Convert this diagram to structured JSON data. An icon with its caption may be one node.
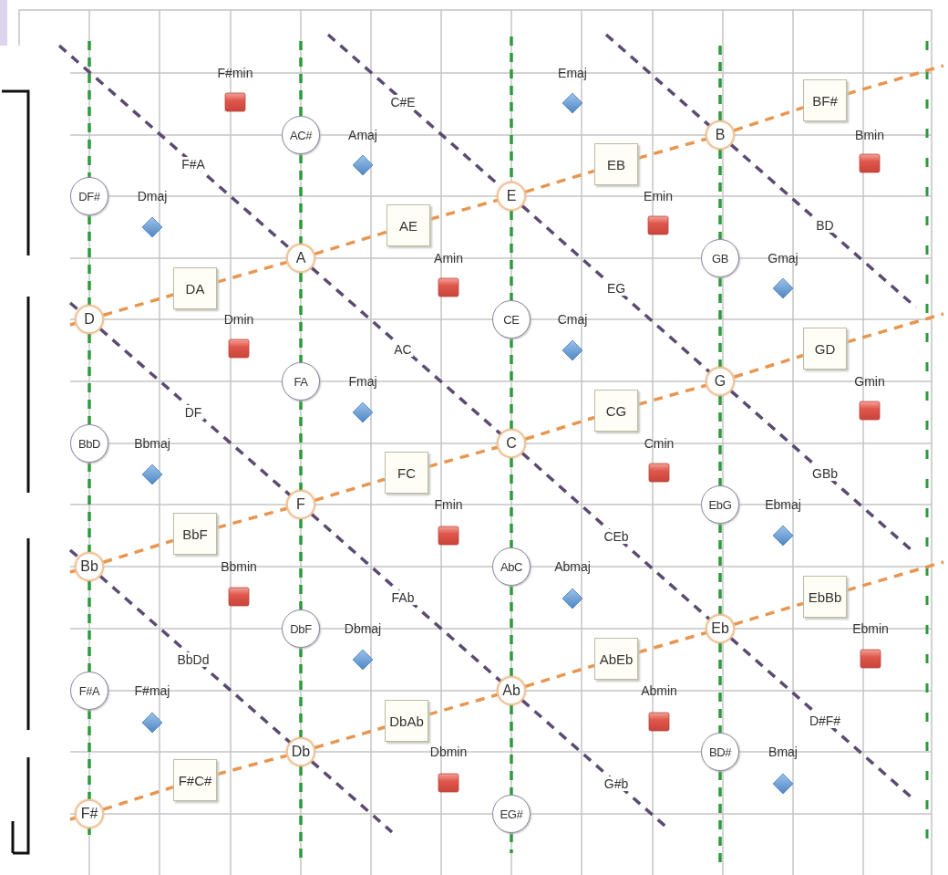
{
  "diagram": {
    "nodes": [
      {
        "text": [
          "F#min"
        ]
      },
      {
        "text": [
          "Emaj"
        ]
      },
      {
        "text": [
          "BF#"
        ]
      },
      {
        "text": [
          "AC#"
        ]
      },
      {
        "text": [
          "Amaj"
        ]
      },
      {
        "text": [
          "B"
        ]
      },
      {
        "text": [
          "Bmin"
        ]
      },
      {
        "text": [
          "EB"
        ]
      },
      {
        "text": [
          "DF#"
        ]
      },
      {
        "text": [
          "Dmaj"
        ]
      },
      {
        "text": [
          "E"
        ]
      },
      {
        "text": [
          "Emin"
        ]
      },
      {
        "text": [
          "AE"
        ]
      },
      {
        "text": [
          "A"
        ]
      },
      {
        "text": [
          "Amin"
        ]
      },
      {
        "text": [
          "GB"
        ]
      },
      {
        "text": [
          "Gmaj"
        ]
      },
      {
        "text": [
          "DA"
        ]
      },
      {
        "text": [
          "D"
        ]
      },
      {
        "text": [
          "Dmin"
        ]
      },
      {
        "text": [
          "CE"
        ]
      },
      {
        "text": [
          "Cmaj"
        ]
      },
      {
        "text": [
          "GD"
        ]
      },
      {
        "text": [
          "FA"
        ]
      },
      {
        "text": [
          "Fmaj"
        ]
      },
      {
        "text": [
          "G"
        ]
      },
      {
        "text": [
          "Gmin"
        ]
      },
      {
        "text": [
          "CG"
        ]
      },
      {
        "text": [
          "BbD"
        ]
      },
      {
        "text": [
          "Bbmaj"
        ]
      },
      {
        "text": [
          "C"
        ]
      },
      {
        "text": [
          "Cmin"
        ]
      },
      {
        "text": [
          "FC"
        ]
      },
      {
        "text": [
          "F"
        ]
      },
      {
        "text": [
          "Fmin"
        ]
      },
      {
        "text": [
          "EbG"
        ]
      },
      {
        "text": [
          "Ebmaj"
        ]
      },
      {
        "text": [
          "BbF"
        ]
      },
      {
        "text": [
          "Bb"
        ]
      },
      {
        "text": [
          "Bbmin"
        ]
      },
      {
        "text": [
          "AbC"
        ]
      },
      {
        "text": [
          "Abmaj"
        ]
      },
      {
        "text": [
          "EbBb"
        ]
      },
      {
        "text": [
          "DbF"
        ]
      },
      {
        "text": [
          "Dbmaj"
        ]
      },
      {
        "text": [
          "Eb"
        ]
      },
      {
        "text": [
          "Ebmin"
        ]
      },
      {
        "text": [
          "AbEb"
        ]
      },
      {
        "text": [
          "F#A"
        ]
      },
      {
        "text": [
          "F#maj"
        ]
      },
      {
        "text": [
          "Ab"
        ]
      },
      {
        "text": [
          "Abmin"
        ]
      },
      {
        "text": [
          "DbAb"
        ]
      },
      {
        "text": [
          "Db"
        ]
      },
      {
        "text": [
          "Dbmin"
        ]
      },
      {
        "text": [
          "BD#"
        ]
      },
      {
        "text": [
          "Bmaj"
        ]
      },
      {
        "text": [
          "F#C#"
        ]
      },
      {
        "text": [
          "F#"
        ]
      },
      {
        "text": [
          "EG#"
        ]
      }
    ],
    "edges": [
      {
        "from": null,
        "to": 8,
        "arrow": "none",
        "style": "dashed",
        "color": "#2e9a3c"
      },
      {
        "from": 8,
        "to": 18,
        "arrow": "none",
        "style": "dashed",
        "color": "#2e9a3c"
      },
      {
        "from": 18,
        "to": 28,
        "arrow": "none",
        "style": "dashed",
        "color": "#2e9a3c"
      },
      {
        "from": 28,
        "to": 38,
        "arrow": "none",
        "style": "dashed",
        "color": "#2e9a3c"
      },
      {
        "from": 38,
        "to": 48,
        "arrow": "none",
        "style": "dashed",
        "color": "#2e9a3c"
      },
      {
        "from": 48,
        "to": 58,
        "arrow": "none",
        "style": "dashed",
        "color": "#2e9a3c"
      },
      {
        "from": 58,
        "to": null,
        "arrow": "none",
        "style": "dashed",
        "color": "#2e9a3c"
      },
      {
        "from": null,
        "to": 3,
        "arrow": "none",
        "style": "dashed",
        "color": "#2e9a3c"
      },
      {
        "from": 3,
        "to": 13,
        "arrow": "none",
        "style": "dashed",
        "color": "#2e9a3c"
      },
      {
        "from": 13,
        "to": 23,
        "arrow": "none",
        "style": "dashed",
        "color": "#2e9a3c"
      },
      {
        "from": 23,
        "to": 33,
        "arrow": "none",
        "style": "dashed",
        "color": "#2e9a3c"
      },
      {
        "from": 33,
        "to": 43,
        "arrow": "none",
        "style": "dashed",
        "color": "#2e9a3c"
      },
      {
        "from": 43,
        "to": 53,
        "arrow": "none",
        "style": "dashed",
        "color": "#2e9a3c"
      },
      {
        "from": 53,
        "to": null,
        "arrow": "none",
        "style": "dashed",
        "color": "#2e9a3c"
      },
      {
        "from": null,
        "to": 10,
        "arrow": "none",
        "style": "dashed",
        "color": "#2e9a3c"
      },
      {
        "from": 10,
        "to": 20,
        "arrow": "none",
        "style": "dashed",
        "color": "#2e9a3c"
      },
      {
        "from": 20,
        "to": 30,
        "arrow": "none",
        "style": "dashed",
        "color": "#2e9a3c"
      },
      {
        "from": 30,
        "to": 40,
        "arrow": "none",
        "style": "dashed",
        "color": "#2e9a3c"
      },
      {
        "from": 40,
        "to": 50,
        "arrow": "none",
        "style": "dashed",
        "color": "#2e9a3c"
      },
      {
        "from": 50,
        "to": 59,
        "arrow": "none",
        "style": "dashed",
        "color": "#2e9a3c"
      },
      {
        "from": 59,
        "to": null,
        "arrow": "none",
        "style": "dashed",
        "color": "#2e9a3c"
      },
      {
        "from": null,
        "to": 5,
        "arrow": "none",
        "style": "dashed",
        "color": "#2e9a3c"
      },
      {
        "from": 5,
        "to": 15,
        "arrow": "none",
        "style": "dashed",
        "color": "#2e9a3c"
      },
      {
        "from": 15,
        "to": 25,
        "arrow": "none",
        "style": "dashed",
        "color": "#2e9a3c"
      },
      {
        "from": 25,
        "to": 35,
        "arrow": "none",
        "style": "dashed",
        "color": "#2e9a3c"
      },
      {
        "from": 35,
        "to": 45,
        "arrow": "none",
        "style": "dashed",
        "color": "#2e9a3c"
      },
      {
        "from": 45,
        "to": 55,
        "arrow": "none",
        "style": "dashed",
        "color": "#2e9a3c"
      },
      {
        "from": 55,
        "to": null,
        "arrow": "none",
        "style": "dashed",
        "color": "#2e9a3c"
      },
      {
        "from": null,
        "to": 18,
        "arrow": "none",
        "style": "dashed",
        "color": "#e8964f"
      },
      {
        "from": 18,
        "to": 17,
        "arrow": "none",
        "style": "dashed",
        "color": "#e8964f"
      },
      {
        "from": 17,
        "to": 13,
        "arrow": "none",
        "style": "dashed",
        "color": "#e8964f"
      },
      {
        "from": 13,
        "to": 12,
        "arrow": "none",
        "style": "dashed",
        "color": "#e8964f"
      },
      {
        "from": 12,
        "to": 10,
        "arrow": "none",
        "style": "dashed",
        "color": "#e8964f"
      },
      {
        "from": 10,
        "to": 7,
        "arrow": "none",
        "style": "dashed",
        "color": "#e8964f"
      },
      {
        "from": 7,
        "to": 5,
        "arrow": "none",
        "style": "dashed",
        "color": "#e8964f"
      },
      {
        "from": 5,
        "to": 2,
        "arrow": "none",
        "style": "dashed",
        "color": "#e8964f"
      },
      {
        "from": 2,
        "to": null,
        "arrow": "none",
        "style": "dashed",
        "color": "#e8964f"
      },
      {
        "from": null,
        "to": 38,
        "arrow": "none",
        "style": "dashed",
        "color": "#e8964f"
      },
      {
        "from": 38,
        "to": 37,
        "arrow": "none",
        "style": "dashed",
        "color": "#e8964f"
      },
      {
        "from": 37,
        "to": 33,
        "arrow": "none",
        "style": "dashed",
        "color": "#e8964f"
      },
      {
        "from": 33,
        "to": 32,
        "arrow": "none",
        "style": "dashed",
        "color": "#e8964f"
      },
      {
        "from": 32,
        "to": 30,
        "arrow": "none",
        "style": "dashed",
        "color": "#e8964f"
      },
      {
        "from": 30,
        "to": 27,
        "arrow": "none",
        "style": "dashed",
        "color": "#e8964f"
      },
      {
        "from": 27,
        "to": 25,
        "arrow": "none",
        "style": "dashed",
        "color": "#e8964f"
      },
      {
        "from": 25,
        "to": 22,
        "arrow": "none",
        "style": "dashed",
        "color": "#e8964f"
      },
      {
        "from": 22,
        "to": null,
        "arrow": "none",
        "style": "dashed",
        "color": "#e8964f"
      },
      {
        "from": null,
        "to": 58,
        "arrow": "none",
        "style": "dashed",
        "color": "#e8964f"
      },
      {
        "from": 58,
        "to": 57,
        "arrow": "none",
        "style": "dashed",
        "color": "#e8964f"
      },
      {
        "from": 57,
        "to": 53,
        "arrow": "none",
        "style": "dashed",
        "color": "#e8964f"
      },
      {
        "from": 53,
        "to": 52,
        "arrow": "none",
        "style": "dashed",
        "color": "#e8964f"
      },
      {
        "from": 52,
        "to": 50,
        "arrow": "none",
        "style": "dashed",
        "color": "#e8964f"
      },
      {
        "from": 50,
        "to": 47,
        "arrow": "none",
        "style": "dashed",
        "color": "#e8964f"
      },
      {
        "from": 47,
        "to": 45,
        "arrow": "none",
        "style": "dashed",
        "color": "#e8964f"
      },
      {
        "from": 45,
        "to": 42,
        "arrow": "none",
        "style": "dashed",
        "color": "#e8964f"
      },
      {
        "from": 42,
        "to": null,
        "arrow": "none",
        "style": "dashed",
        "color": "#e8964f"
      },
      {
        "from": null,
        "to": 13,
        "arrow": "none",
        "style": "dashed",
        "color": "#5b4a72",
        "label": "F#A"
      },
      {
        "from": 13,
        "to": 30,
        "arrow": "none",
        "style": "dashed",
        "color": "#5b4a72",
        "label": "AC"
      },
      {
        "from": 30,
        "to": 45,
        "arrow": "none",
        "style": "dashed",
        "color": "#5b4a72",
        "label": "CEb"
      },
      {
        "from": 45,
        "to": null,
        "arrow": "none",
        "style": "dashed",
        "color": "#5b4a72",
        "label": "D#F#"
      },
      {
        "from": null,
        "to": 10,
        "arrow": "none",
        "style": "dashed",
        "color": "#5b4a72",
        "label": "C#E"
      },
      {
        "from": 10,
        "to": 25,
        "arrow": "none",
        "style": "dashed",
        "color": "#5b4a72",
        "label": "EG"
      },
      {
        "from": 25,
        "to": null,
        "arrow": "none",
        "style": "dashed",
        "color": "#5b4a72",
        "label": "GBb"
      },
      {
        "from": null,
        "to": 5,
        "arrow": "none",
        "style": "dashed",
        "color": "#5b4a72"
      },
      {
        "from": 5,
        "to": null,
        "arrow": "none",
        "style": "dashed",
        "color": "#5b4a72",
        "label": "BD"
      },
      {
        "from": null,
        "to": 18,
        "arrow": "none",
        "style": "dashed",
        "color": "#5b4a72"
      },
      {
        "from": 18,
        "to": 33,
        "arrow": "none",
        "style": "dashed",
        "color": "#5b4a72",
        "label": "DF"
      },
      {
        "from": 33,
        "to": 50,
        "arrow": "none",
        "style": "dashed",
        "color": "#5b4a72",
        "label": "FAb"
      },
      {
        "from": 50,
        "to": null,
        "arrow": "none",
        "style": "dashed",
        "color": "#5b4a72",
        "label": "G#b"
      },
      {
        "from": null,
        "to": 38,
        "arrow": "none",
        "style": "dashed",
        "color": "#5b4a72"
      },
      {
        "from": 38,
        "to": 53,
        "arrow": "none",
        "style": "dashed",
        "color": "#5b4a72",
        "label": "BbDd"
      },
      {
        "from": 53,
        "to": null,
        "arrow": "none",
        "style": "dashed",
        "color": "#5b4a72"
      }
    ]
  }
}
